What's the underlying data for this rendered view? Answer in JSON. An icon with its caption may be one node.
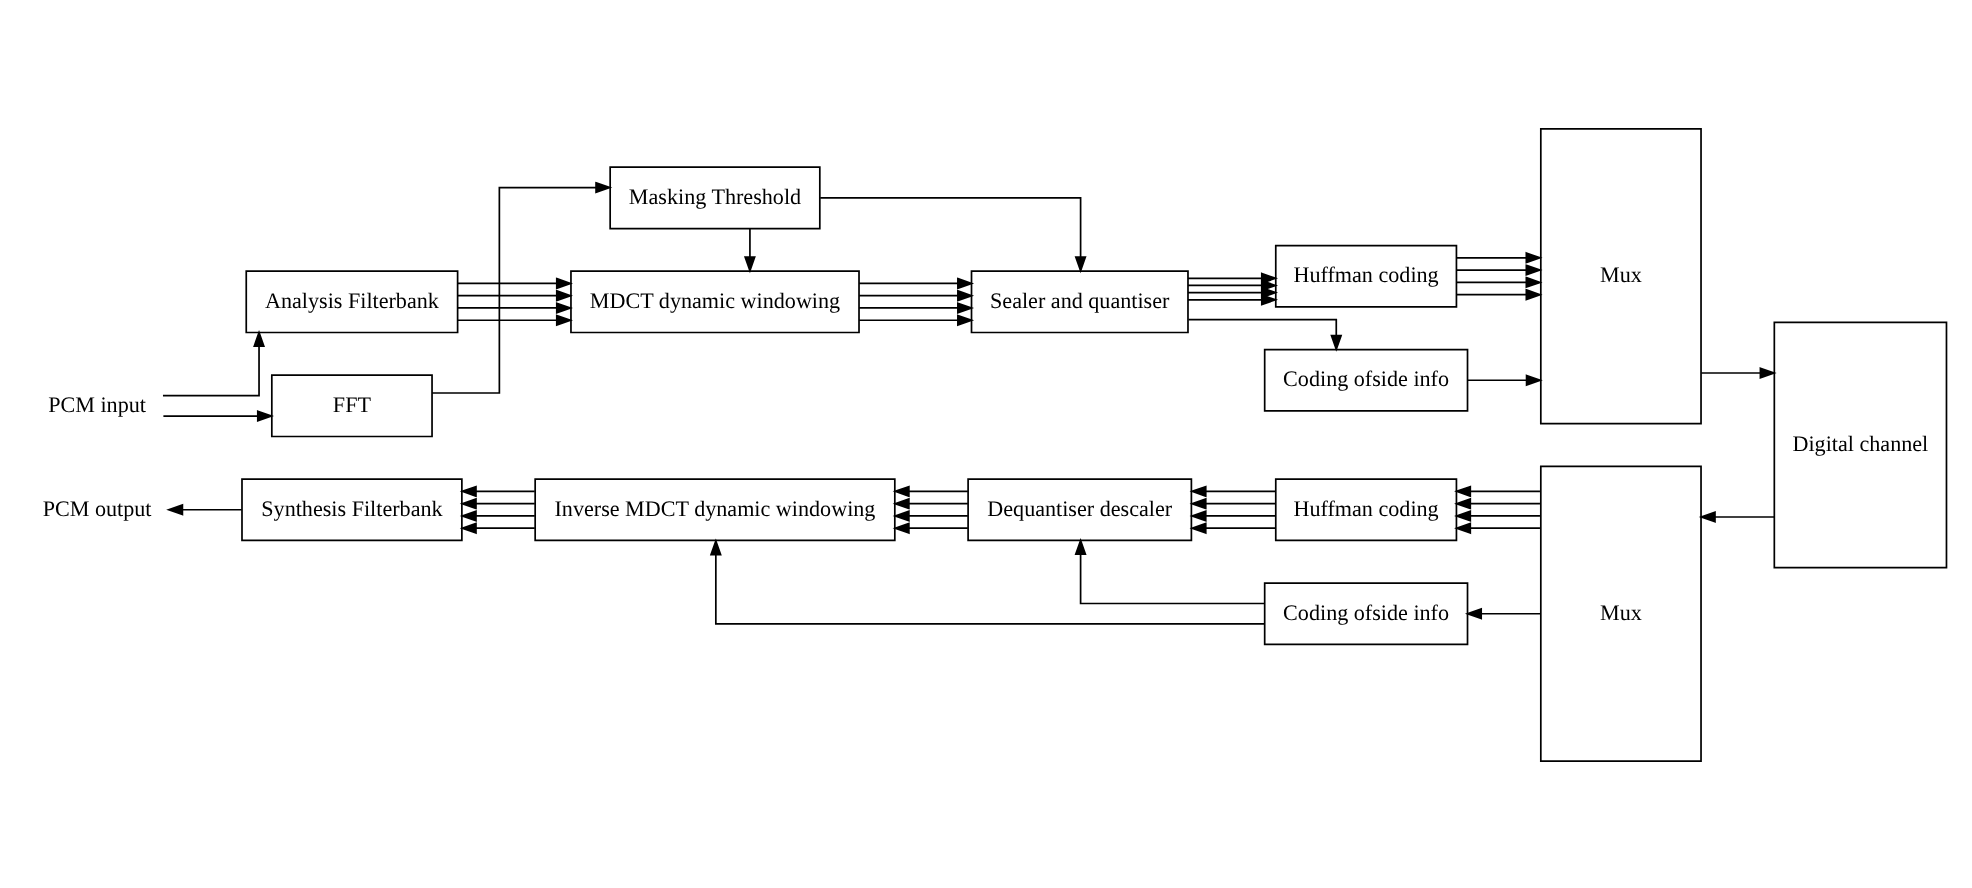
{
  "diagram": {
    "nodes": [
      {
        "text": [
          "PCM input"
        ]
      },
      {
        "text": [
          "Analysis Filterbank"
        ]
      },
      {
        "text": [
          "MDCT dynamic windowing"
        ]
      },
      {
        "text": [
          "FFT"
        ]
      },
      {
        "text": [
          "Masking Threshold"
        ]
      },
      {
        "text": [
          "Sealer and quantiser"
        ]
      },
      {
        "text": [
          "Huffman coding"
        ]
      },
      {
        "text": [
          "Coding ofside info"
        ]
      },
      {
        "text": [
          "Mux"
        ]
      },
      {
        "text": [
          "Digital channel"
        ]
      },
      {
        "text": [
          "Mux"
        ]
      },
      {
        "text": [
          "Huffman coding"
        ]
      },
      {
        "text": [
          "Coding ofside info"
        ]
      },
      {
        "text": [
          "Dequantiser descaler"
        ]
      },
      {
        "text": [
          "Inverse MDCT dynamic windowing"
        ]
      },
      {
        "text": [
          "Synthesis Filterbank"
        ]
      },
      {
        "text": [
          "PCM output"
        ]
      }
    ],
    "edges": [
      {
        "from": 0,
        "to": 1,
        "arrow": "to"
      },
      {
        "from": 0,
        "to": 3,
        "arrow": "to"
      },
      {
        "from": 1,
        "to": 2,
        "arrow": "to"
      },
      {
        "from": 1,
        "to": 2,
        "arrow": "to"
      },
      {
        "from": 1,
        "to": 2,
        "arrow": "to"
      },
      {
        "from": 1,
        "to": 2,
        "arrow": "to"
      },
      {
        "from": 3,
        "to": 4,
        "arrow": "to"
      },
      {
        "from": 4,
        "to": 2,
        "arrow": "to"
      },
      {
        "from": 4,
        "to": 5,
        "arrow": "to"
      },
      {
        "from": 2,
        "to": 5,
        "arrow": "to"
      },
      {
        "from": 2,
        "to": 5,
        "arrow": "to"
      },
      {
        "from": 2,
        "to": 5,
        "arrow": "to"
      },
      {
        "from": 2,
        "to": 5,
        "arrow": "to"
      },
      {
        "from": 5,
        "to": 6,
        "arrow": "to"
      },
      {
        "from": 5,
        "to": 6,
        "arrow": "to"
      },
      {
        "from": 5,
        "to": 6,
        "arrow": "to"
      },
      {
        "from": 5,
        "to": 6,
        "arrow": "to"
      },
      {
        "from": 5,
        "to": 7,
        "arrow": "to"
      },
      {
        "from": 6,
        "to": 8,
        "arrow": "to"
      },
      {
        "from": 6,
        "to": 8,
        "arrow": "to"
      },
      {
        "from": 6,
        "to": 8,
        "arrow": "to"
      },
      {
        "from": 6,
        "to": 8,
        "arrow": "to"
      },
      {
        "from": 7,
        "to": 8,
        "arrow": "to"
      },
      {
        "from": 8,
        "to": 9,
        "arrow": "to"
      },
      {
        "from": 9,
        "to": 10,
        "arrow": "to"
      },
      {
        "from": 10,
        "to": 11,
        "arrow": "to"
      },
      {
        "from": 10,
        "to": 11,
        "arrow": "to"
      },
      {
        "from": 10,
        "to": 11,
        "arrow": "to"
      },
      {
        "from": 10,
        "to": 11,
        "arrow": "to"
      },
      {
        "from": 10,
        "to": 12,
        "arrow": "to"
      },
      {
        "from": 11,
        "to": 13,
        "arrow": "to"
      },
      {
        "from": 11,
        "to": 13,
        "arrow": "to"
      },
      {
        "from": 11,
        "to": 13,
        "arrow": "to"
      },
      {
        "from": 11,
        "to": 13,
        "arrow": "to"
      },
      {
        "from": 12,
        "to": 13,
        "arrow": "to"
      },
      {
        "from": 12,
        "to": 14,
        "arrow": "to"
      },
      {
        "from": 13,
        "to": 14,
        "arrow": "to"
      },
      {
        "from": 13,
        "to": 14,
        "arrow": "to"
      },
      {
        "from": 13,
        "to": 14,
        "arrow": "to"
      },
      {
        "from": 13,
        "to": 14,
        "arrow": "to"
      },
      {
        "from": 14,
        "to": 15,
        "arrow": "to"
      },
      {
        "from": 14,
        "to": 15,
        "arrow": "to"
      },
      {
        "from": 14,
        "to": 15,
        "arrow": "to"
      },
      {
        "from": 14,
        "to": 15,
        "arrow": "to"
      },
      {
        "from": 15,
        "to": 16,
        "arrow": "to"
      }
    ]
  }
}
